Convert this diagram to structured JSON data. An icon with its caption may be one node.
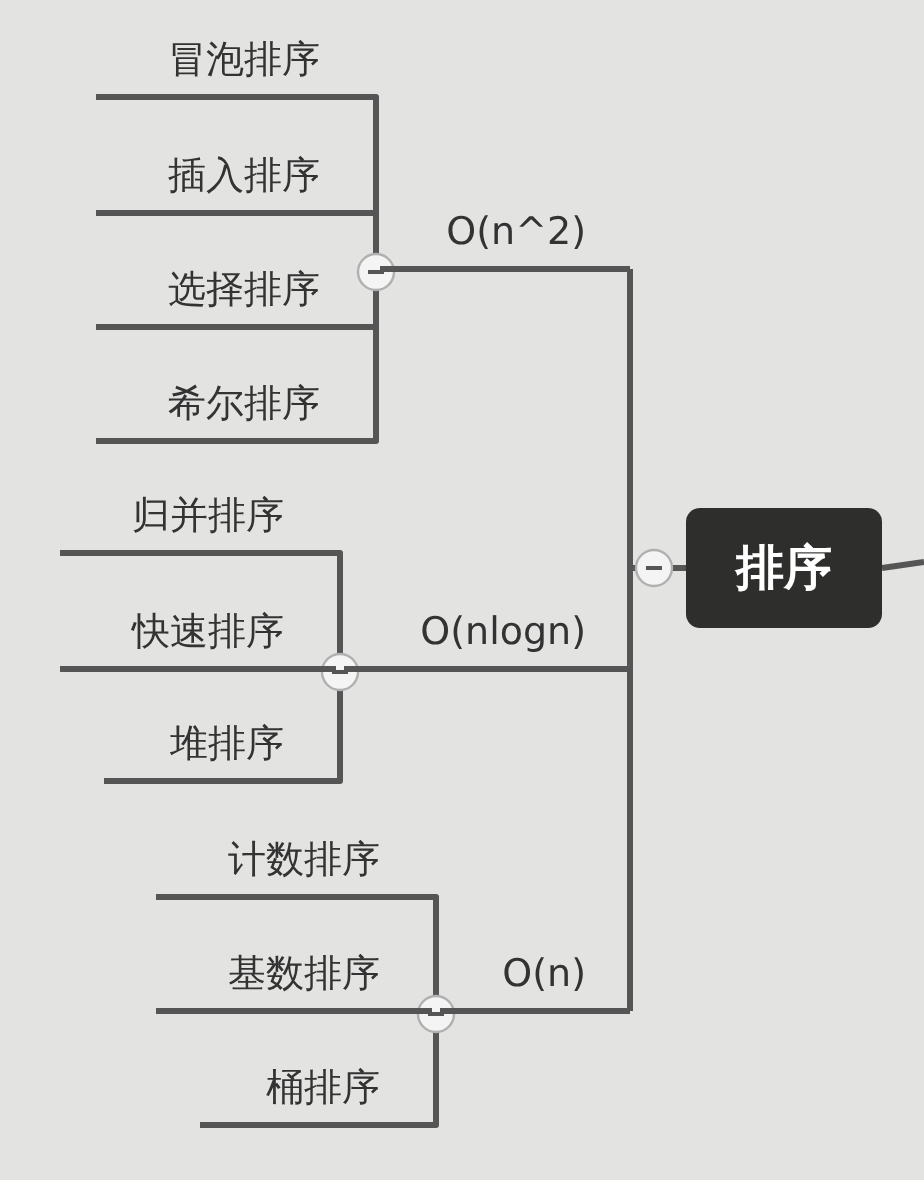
{
  "diagram": {
    "nodes": [
      {
        "text": [
          "排序"
        ]
      },
      {
        "text": [
          "O(n^2)"
        ]
      },
      {
        "text": [
          "O(nlogn)"
        ]
      },
      {
        "text": [
          "O(n)"
        ]
      },
      {
        "text": [
          "冒泡排序"
        ]
      },
      {
        "text": [
          "插入排序"
        ]
      },
      {
        "text": [
          "选择排序"
        ]
      },
      {
        "text": [
          "希尔排序"
        ]
      },
      {
        "text": [
          "归并排序"
        ]
      },
      {
        "text": [
          "快速排序"
        ]
      },
      {
        "text": [
          "堆排序"
        ]
      },
      {
        "text": [
          "计数排序"
        ]
      },
      {
        "text": [
          "基数排序"
        ]
      },
      {
        "text": [
          "桶排序"
        ]
      }
    ],
    "edges": [
      {
        "from": 0,
        "to": 1,
        "arrow": "none"
      },
      {
        "from": 0,
        "to": 2,
        "arrow": "none"
      },
      {
        "from": 0,
        "to": 3,
        "arrow": "none"
      },
      {
        "from": 1,
        "to": 4,
        "arrow": "none"
      },
      {
        "from": 1,
        "to": 5,
        "arrow": "none"
      },
      {
        "from": 1,
        "to": 6,
        "arrow": "none"
      },
      {
        "from": 1,
        "to": 7,
        "arrow": "none"
      },
      {
        "from": 2,
        "to": 8,
        "arrow": "none"
      },
      {
        "from": 2,
        "to": 9,
        "arrow": "none"
      },
      {
        "from": 2,
        "to": 10,
        "arrow": "none"
      },
      {
        "from": 3,
        "to": 11,
        "arrow": "none"
      },
      {
        "from": 3,
        "to": 12,
        "arrow": "none"
      },
      {
        "from": 3,
        "to": 13,
        "arrow": "none"
      },
      {
        "from": 0,
        "to": null,
        "arrow": "none"
      }
    ]
  }
}
